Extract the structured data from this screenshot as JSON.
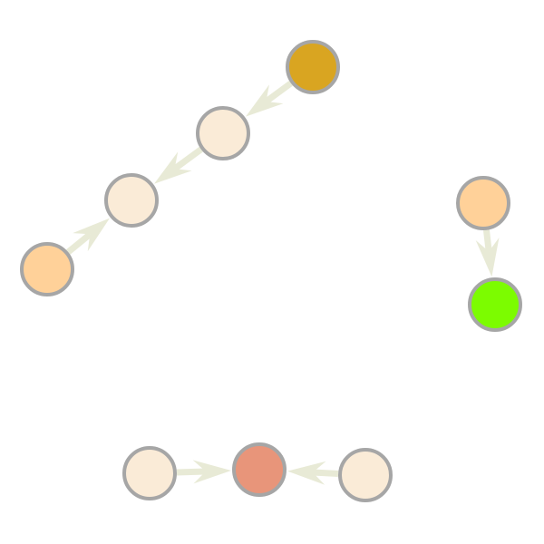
{
  "graph": {
    "colors": {
      "edge": "#e8ead6",
      "node_stroke": "#a6a6a6",
      "goldenrod": "#d9a521",
      "linen": "#faebd7",
      "peach": "#ffd199",
      "salmon": "#e8957a",
      "lime": "#7cfc00"
    },
    "nodes": [
      {
        "id": "n1",
        "fill": "goldenrod"
      },
      {
        "id": "n2",
        "fill": "linen"
      },
      {
        "id": "n3",
        "fill": "linen"
      },
      {
        "id": "n4",
        "fill": "peach"
      },
      {
        "id": "n5",
        "fill": "peach"
      },
      {
        "id": "n6",
        "fill": "lime"
      },
      {
        "id": "n7",
        "fill": "linen"
      },
      {
        "id": "n8",
        "fill": "salmon"
      },
      {
        "id": "n9",
        "fill": "linen"
      }
    ],
    "edges": [
      {
        "id": "e1",
        "from": "n1",
        "to": "n2"
      },
      {
        "id": "e2",
        "from": "n2",
        "to": "n3"
      },
      {
        "id": "e3",
        "from": "n4",
        "to": "n3"
      },
      {
        "id": "e4",
        "from": "n5",
        "to": "n6"
      },
      {
        "id": "e5",
        "from": "n7",
        "to": "n8"
      },
      {
        "id": "e6",
        "from": "n9",
        "to": "n8"
      }
    ]
  }
}
